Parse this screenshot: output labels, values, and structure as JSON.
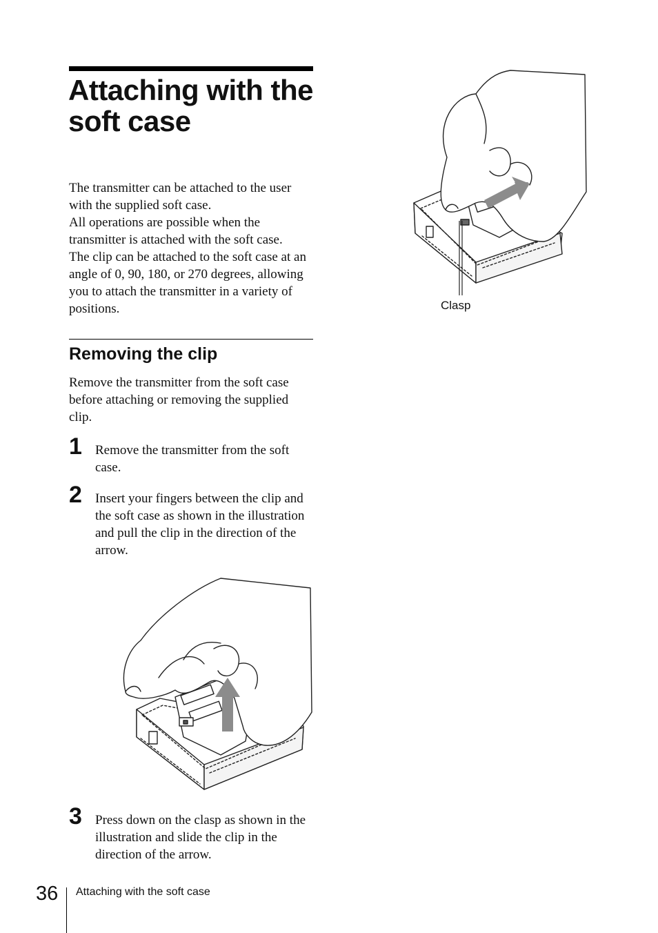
{
  "page": {
    "title_lines": [
      "Attaching with the",
      "soft case"
    ],
    "intro_paragraphs": [
      "The transmitter can be attached to the user with the supplied soft case.",
      "All operations are possible when the transmitter is attached with the soft case.",
      "The clip can be attached to the soft case at an angle of 0, 90, 180, or 270 degrees, allowing you to attach the transmitter in a variety of positions."
    ]
  },
  "section": {
    "title": "Removing the clip",
    "intro": "Remove the transmitter from the soft case before attaching or removing the supplied clip."
  },
  "steps": [
    {
      "number": "1",
      "text": "Remove the transmitter from the soft case."
    },
    {
      "number": "2",
      "text": "Insert your fingers between the clip and the soft case as shown in the illustration and pull the clip in the direction of the arrow."
    },
    {
      "number": "3",
      "text": "Press down on the clasp as shown in the illustration and slide the clip in the direction of the arrow."
    }
  ],
  "illustration": {
    "callout": "Clasp",
    "arrow_color": "#8c8c8c"
  },
  "footer": {
    "page_number": "36",
    "running_title": "Attaching with the soft case"
  }
}
